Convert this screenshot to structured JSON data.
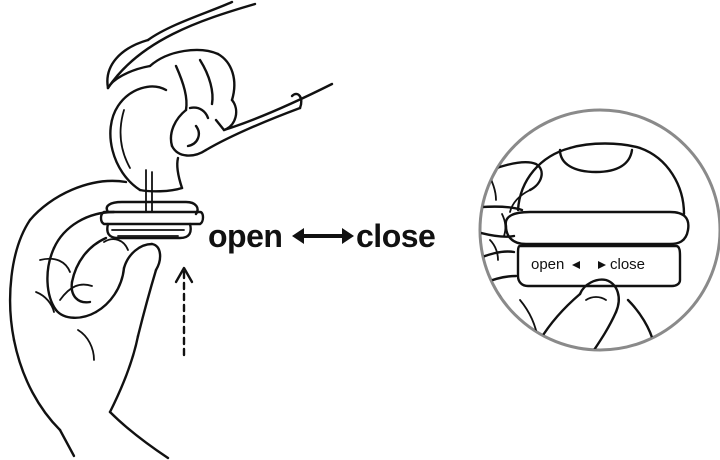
{
  "instruction": {
    "main_open_label": "open",
    "main_close_label": "close",
    "detail_open_label": "open",
    "detail_close_label": "close"
  },
  "colors": {
    "ink": "#111111",
    "circle_stroke": "#8a8a8a",
    "background": "#ffffff"
  }
}
